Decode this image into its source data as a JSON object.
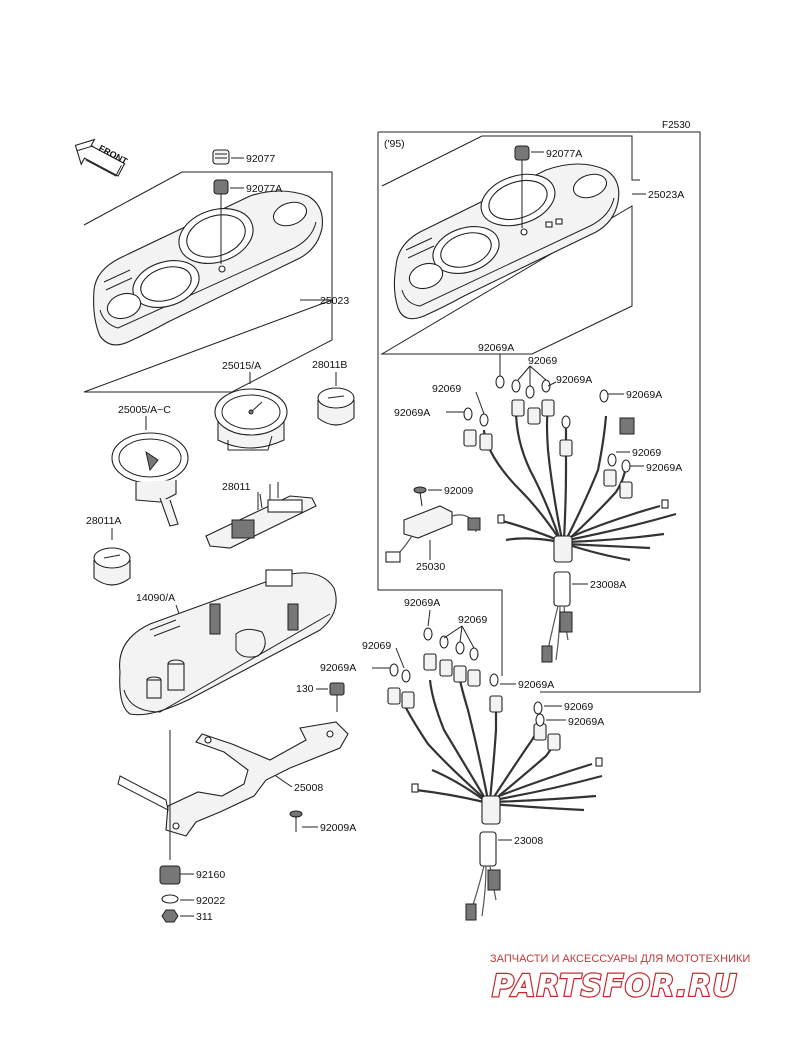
{
  "diagram": {
    "code": "F2530",
    "front_label": "FRONT",
    "variant_note": "('95)",
    "watermark": {
      "tagline": "ЗАПЧАСТИ И АКСЕССУАРЫ ДЛЯ МОТОТЕХНИКИ",
      "logo": "PARTSFOR.RU"
    },
    "parts": [
      {
        "id": "p92077",
        "label": "92077"
      },
      {
        "id": "p92077A_left",
        "label": "92077A"
      },
      {
        "id": "p25023",
        "label": "25023"
      },
      {
        "id": "p25015",
        "label": "25015/A"
      },
      {
        "id": "p28011B",
        "label": "28011B"
      },
      {
        "id": "p25005",
        "label": "25005/A~C"
      },
      {
        "id": "p28011",
        "label": "28011"
      },
      {
        "id": "p28011A",
        "label": "28011A"
      },
      {
        "id": "p14090",
        "label": "14090/A"
      },
      {
        "id": "p130",
        "label": "130"
      },
      {
        "id": "p25008",
        "label": "25008"
      },
      {
        "id": "p92009A",
        "label": "92009A"
      },
      {
        "id": "p92160",
        "label": "92160"
      },
      {
        "id": "p92022",
        "label": "92022"
      },
      {
        "id": "p311",
        "label": "311"
      },
      {
        "id": "p92077A_right",
        "label": "92077A"
      },
      {
        "id": "p25023A",
        "label": "25023A"
      },
      {
        "id": "p92069A_1",
        "label": "92069A"
      },
      {
        "id": "p92069_1",
        "label": "92069"
      },
      {
        "id": "p92069A_2",
        "label": "92069A"
      },
      {
        "id": "p92069_2",
        "label": "92069"
      },
      {
        "id": "p92069A_3",
        "label": "92069A"
      },
      {
        "id": "p92069A_4",
        "label": "92069A"
      },
      {
        "id": "p92069_3",
        "label": "92069"
      },
      {
        "id": "p92069A_5",
        "label": "92069A"
      },
      {
        "id": "p92009",
        "label": "92009"
      },
      {
        "id": "p25030",
        "label": "25030"
      },
      {
        "id": "p23008A",
        "label": "23008A"
      },
      {
        "id": "p92069A_6",
        "label": "92069A"
      },
      {
        "id": "p92069_4",
        "label": "92069"
      },
      {
        "id": "p92069_5",
        "label": "92069"
      },
      {
        "id": "p92069A_7",
        "label": "92069A"
      },
      {
        "id": "p92069A_8",
        "label": "92069A"
      },
      {
        "id": "p92069_6",
        "label": "92069"
      },
      {
        "id": "p92069A_9",
        "label": "92069A"
      },
      {
        "id": "p23008",
        "label": "23008"
      }
    ]
  }
}
